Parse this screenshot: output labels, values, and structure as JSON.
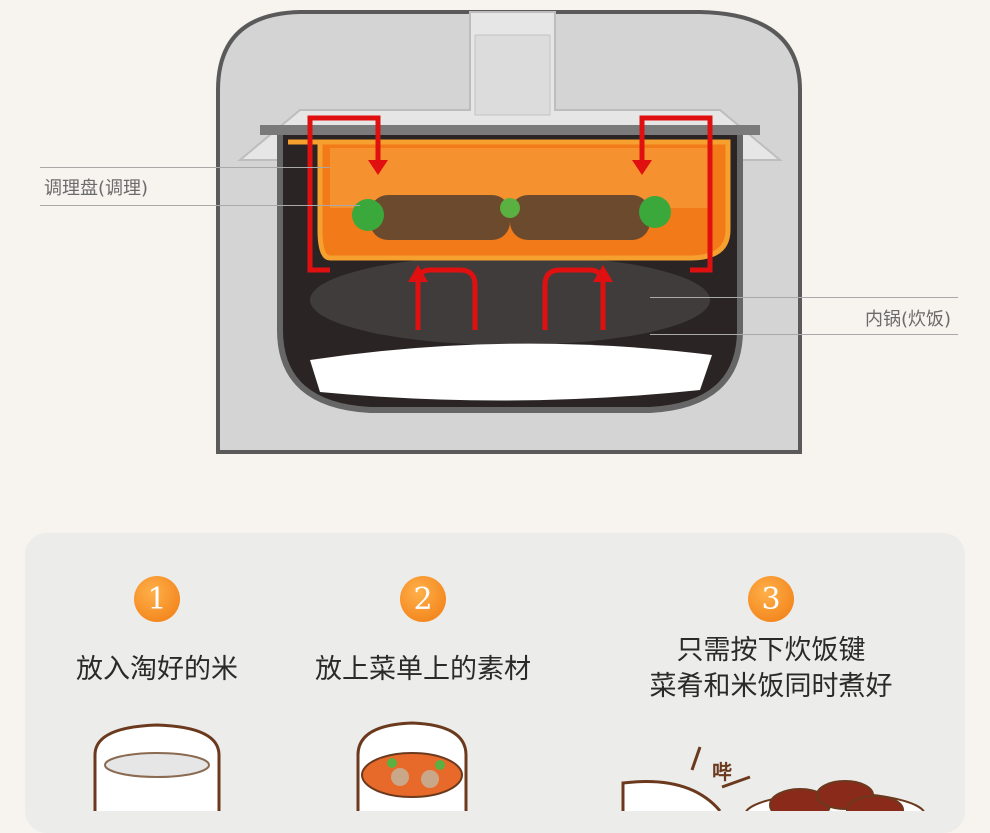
{
  "diagram": {
    "label_tray": "调理盘(调理)",
    "label_pot": "内锅(炊饭)"
  },
  "steps": [
    {
      "number": "1",
      "text": "放入淘好的米"
    },
    {
      "number": "2",
      "text": "放上菜单上的素材"
    },
    {
      "number": "3",
      "text_line1": "只需按下炊饭键",
      "text_line2": "菜肴和米饭同时煮好"
    }
  ],
  "sound_effect": "哔",
  "colors": {
    "accent": "#f08a1c",
    "arrow": "#e01010",
    "background": "#f7f3ee"
  }
}
